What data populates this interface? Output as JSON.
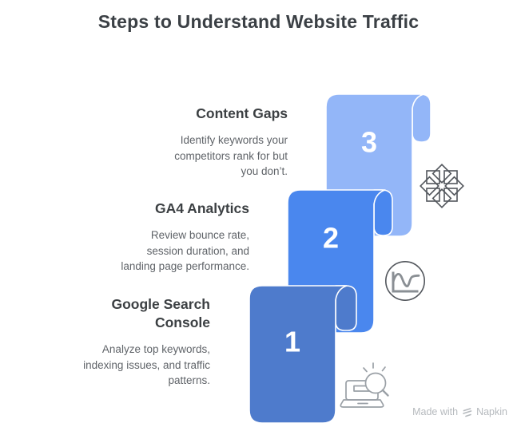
{
  "title": "Steps to Understand Website Traffic",
  "steps": [
    {
      "number": "1",
      "title": "Google Search\nConsole",
      "description": "Analyze top keywords,\nindexing issues, and traffic\npatterns.",
      "icon": "laptop-search-icon",
      "color": "#4E7BCC"
    },
    {
      "number": "2",
      "title": "GA4 Analytics",
      "description": "Review bounce rate,\nsession duration, and\nlanding page performance.",
      "icon": "line-chart-circle-icon",
      "color": "#4A87EE"
    },
    {
      "number": "3",
      "title": "Content Gaps",
      "description": "Identify keywords your\ncompetitors rank for but\nyou don’t.",
      "icon": "ornament-diamond-icon",
      "color": "#93B6F8"
    }
  ],
  "footer": {
    "made_with": "Made with",
    "brand": "Napkin"
  },
  "colors": {
    "ribbon_1": "#4E7BCC",
    "ribbon_2": "#4A87EE",
    "ribbon_3": "#93B6F8",
    "ribbon_outline": "#FFFFFF",
    "title_text": "#3B4045",
    "step_title_text": "#3C4043",
    "description_text": "#5F6368",
    "number_text": "#FFFFFF",
    "icon_dark": "#53575D",
    "icon_mid": "#8A8F94",
    "icon_light": "#9AA0A6",
    "footer_text": "#B6BABE"
  }
}
